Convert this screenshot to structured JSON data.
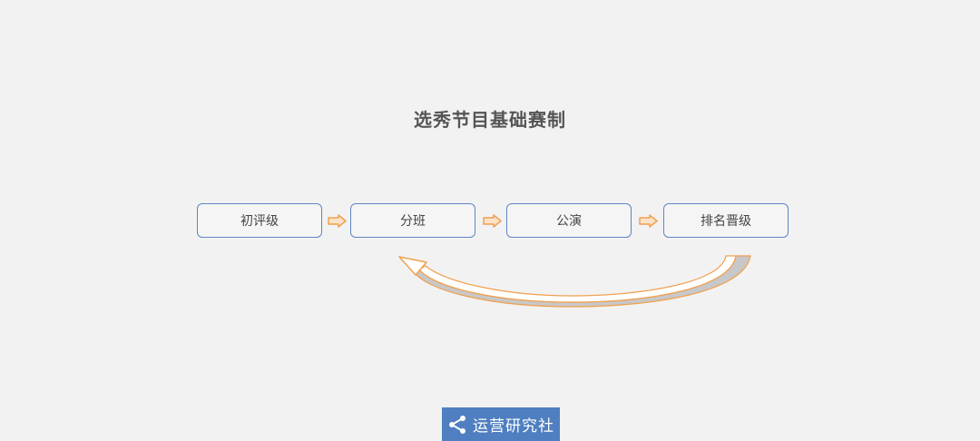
{
  "title": "选秀节目基础赛制",
  "steps": [
    {
      "label": "初评级"
    },
    {
      "label": "分班"
    },
    {
      "label": "公演"
    },
    {
      "label": "排名晋级"
    }
  ],
  "colors": {
    "box_border": "#5f86c4",
    "arrow_orange": "#f0a050",
    "loop_shadow": "#c8c8c8",
    "brand_bg": "#4f7fc0"
  },
  "brand": {
    "icon": "share-icon",
    "text": "运营研究社"
  }
}
